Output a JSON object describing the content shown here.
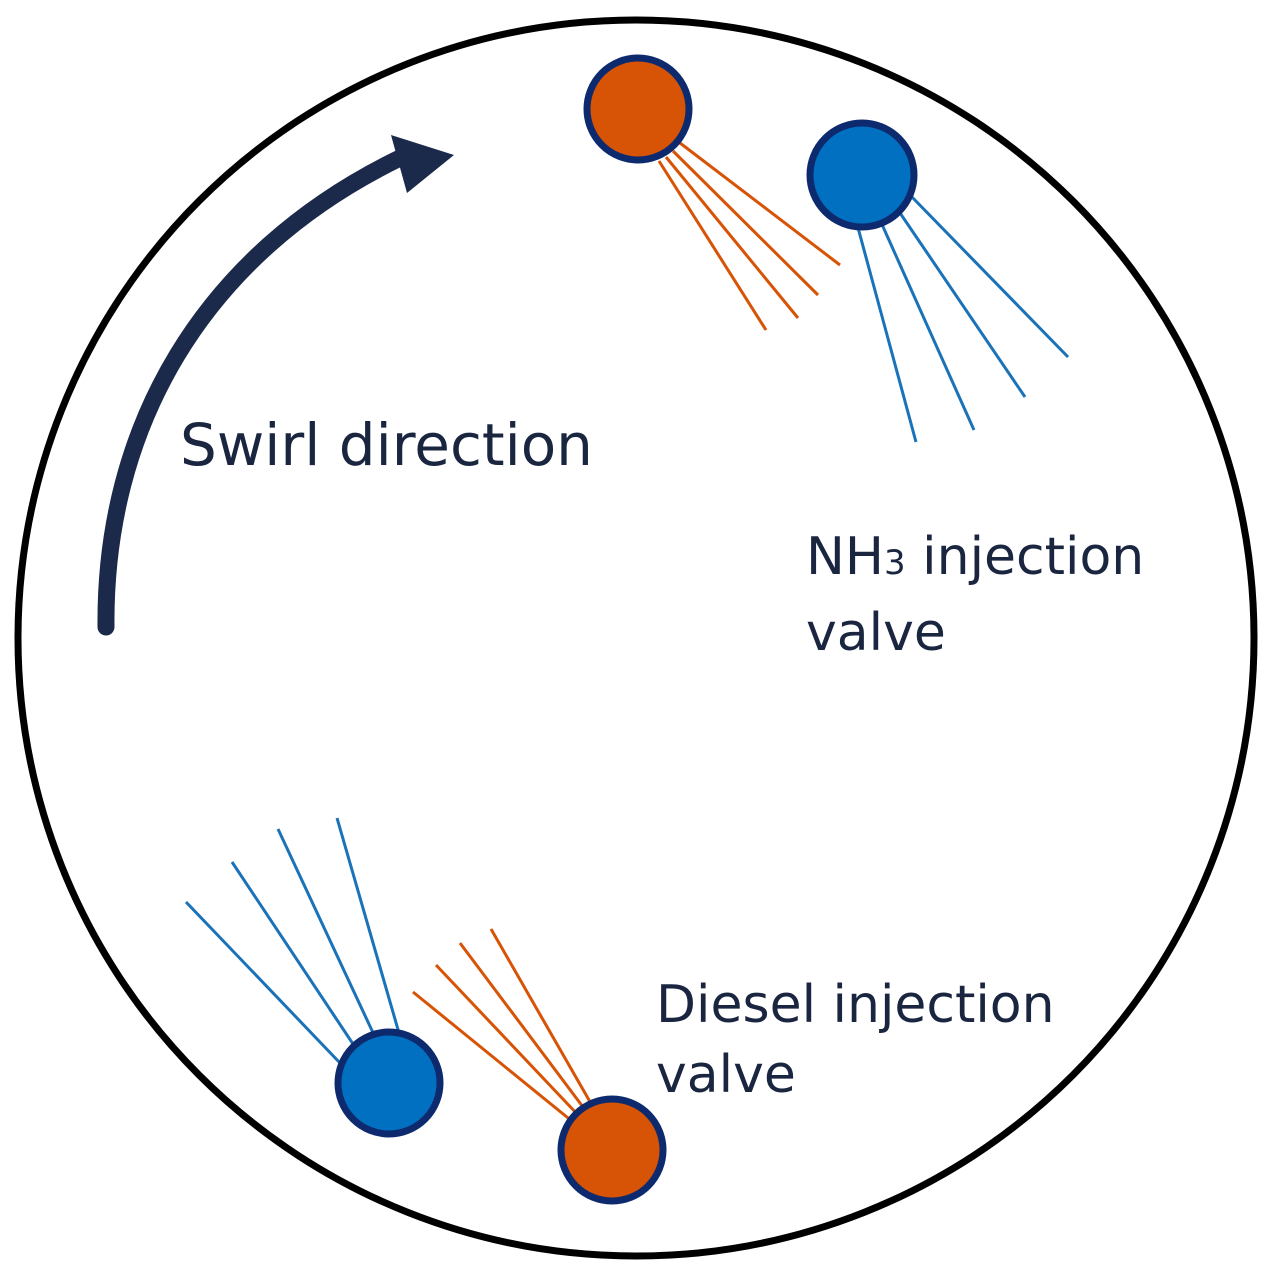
{
  "colors": {
    "background": "#ffffff",
    "cylinder_outline": "#000000",
    "swirl_arrow": "#1b2a4a",
    "diesel_valve_fill": "#d75305",
    "diesel_spray": "#d75305",
    "nh3_valve_fill": "#0270c0",
    "nh3_spray": "#1a72b8",
    "valve_outline": "#0e2a6e",
    "label_text": "#1a2540"
  },
  "labels": {
    "swirl": "Swirl direction",
    "nh3": {
      "prefix": "NH",
      "subscript": "3",
      "suffix": " injection",
      "line2": "valve"
    },
    "diesel": {
      "line1": "Diesel injection",
      "line2": "valve"
    }
  },
  "icons": {
    "swirl_arrow": "curved-arrow-icon",
    "diesel_valve": "circle-valve-icon",
    "nh3_valve": "circle-valve-icon"
  }
}
